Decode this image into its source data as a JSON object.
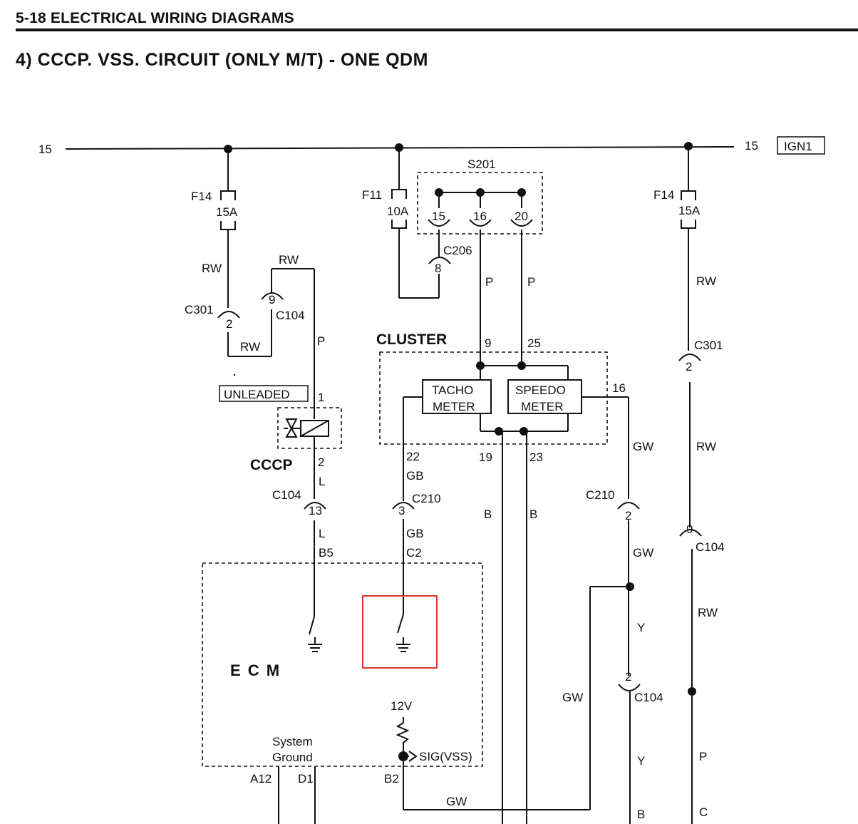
{
  "header": {
    "page": "5-18 ELECTRICAL WIRING DIAGRAMS",
    "section": "4) CCCP. VSS. CIRCUIT (ONLY M/T) - ONE QDM"
  },
  "bus": {
    "left_label": "15",
    "right_label": "15",
    "ign_label": "IGN1"
  },
  "fuses": {
    "f14_left": {
      "name": "F14",
      "rating": "15A"
    },
    "f11": {
      "name": "F11",
      "rating": "10A"
    },
    "f14_right": {
      "name": "F14",
      "rating": "15A"
    }
  },
  "splice": {
    "name": "S201",
    "pins": [
      "15",
      "16",
      "20"
    ]
  },
  "connectors": {
    "c206": {
      "name": "C206",
      "pin": "8"
    },
    "c301_left": {
      "name": "C301",
      "pin": "2"
    },
    "c104_upper": {
      "name": "C104",
      "pin": "9"
    },
    "c104_13": {
      "name": "C104",
      "pin": "13"
    },
    "c210_left": {
      "name": "C210",
      "pin": "3"
    },
    "c210_right": {
      "name": "C210",
      "pin": "2"
    },
    "c301_right": {
      "name": "C301",
      "pin": "2"
    },
    "c104_right": {
      "name": "C104",
      "pin": "9"
    },
    "c104_mid": {
      "name": "C104",
      "pin": "2"
    }
  },
  "wires": {
    "rw": "RW",
    "p": "P",
    "l": "L",
    "gb": "GB",
    "b": "B",
    "gw": "GW",
    "y": "Y",
    "c": "C"
  },
  "cluster": {
    "title": "CLUSTER",
    "tacho_line1": "TACHO",
    "tacho_line2": "METER",
    "speedo_line1": "SPEEDO",
    "speedo_line2": "METER",
    "pins": {
      "p9": "9",
      "p25": "25",
      "p16": "16",
      "p22": "22",
      "p19": "19",
      "p23": "23"
    }
  },
  "cccp": {
    "title": "CCCP",
    "unleaded": "UNLEADED",
    "pin1": "1",
    "pin2": "2"
  },
  "ecm": {
    "title": "E C M",
    "pin_b5": "B5",
    "pin_c2": "C2",
    "pin_a12": "A12",
    "pin_d1": "D1",
    "pin_b2": "B2",
    "voltage": "12V",
    "sig": "SIG(VSS)",
    "ground_line1": "System",
    "ground_line2": "Ground"
  },
  "colors": {
    "highlight": "#d9372a",
    "ink": "#111111"
  }
}
